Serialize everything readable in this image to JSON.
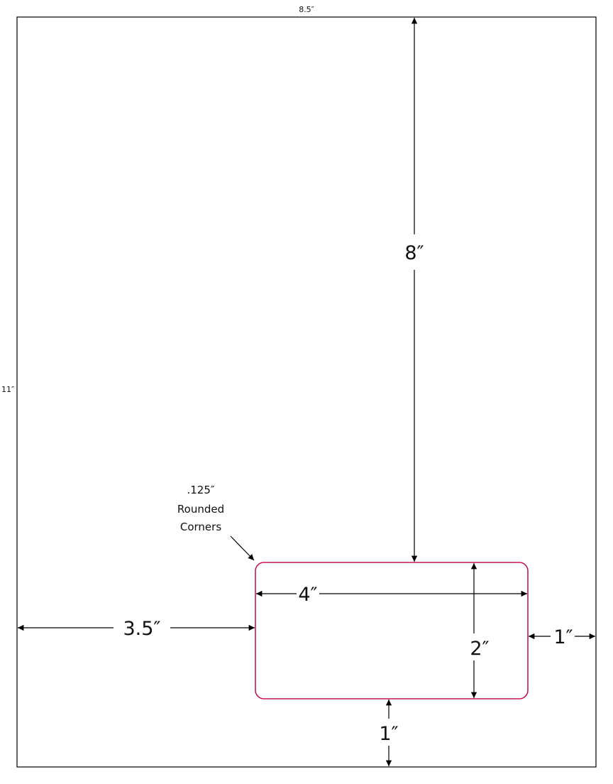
{
  "page": {
    "width_label": "8.5″",
    "height_label": "11″"
  },
  "label": {
    "corner_note": [
      ".125″",
      "Rounded",
      "Corners"
    ],
    "width_label": "4″",
    "height_label": "2″"
  },
  "offsets": {
    "top_label": "8″",
    "left_label": "3.5″",
    "right_label": "1″",
    "bottom_label": "1″"
  },
  "colors": {
    "label_outline": "#c2185b",
    "lines": "#000000"
  }
}
